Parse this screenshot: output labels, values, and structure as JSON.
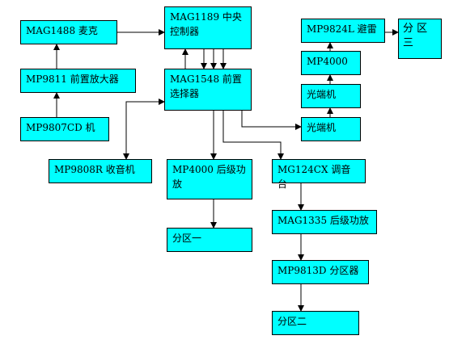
{
  "colors": {
    "box_fill": "#00ffff",
    "box_border": "#000000",
    "line": "#000000",
    "background": "#ffffff"
  },
  "nodes": {
    "mag1488": "MAG1488 麦克",
    "mp9811": "MP9811 前置放大器",
    "mp9807cd": "MP9807CD 机",
    "mag1189": "MAG1189   中央控制器",
    "mag1548": "MAG1548   前置选择器",
    "mp9808r": "MP9808R 收音机",
    "mp4000_amp": "MP4000  后级功放",
    "zone1": "分区一",
    "mg124cx": "MG124CX 调音台",
    "mag1335": "MAG1335 后级功放",
    "mp9813d": "MP9813D 分区器",
    "zone2": "分区二",
    "mp9824l": "MP9824L 避雷",
    "mp4000_top": "MP4000",
    "guangduan1": "光端机",
    "guangduan2": "光端机",
    "zone3": "分  区  三"
  }
}
